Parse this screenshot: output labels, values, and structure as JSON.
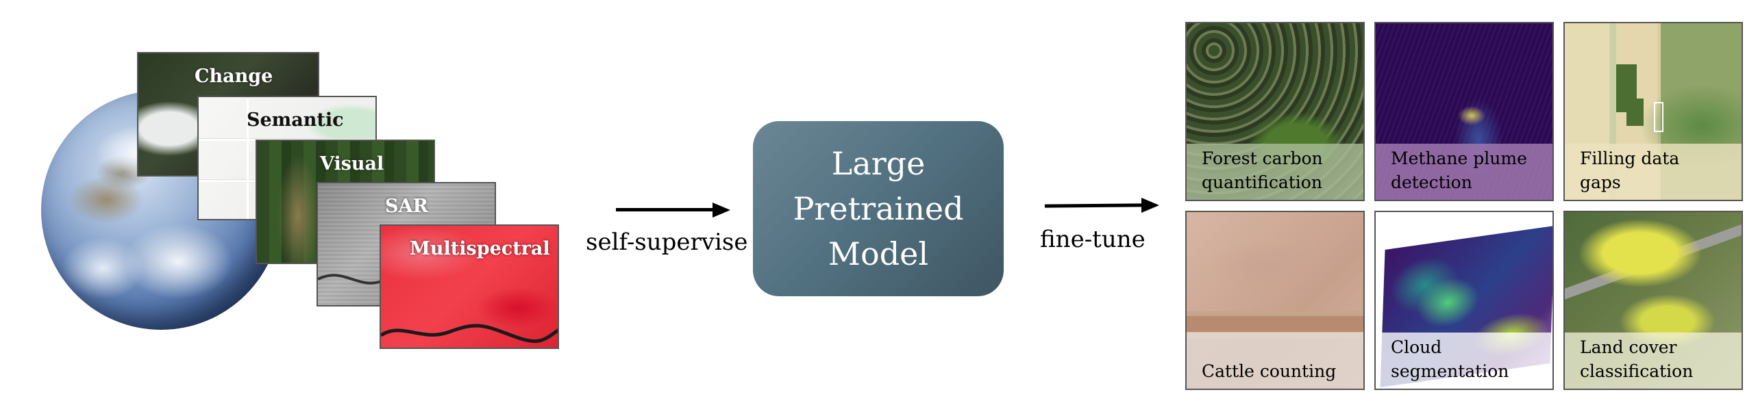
{
  "inputs": {
    "earth_icon": "earth-globe",
    "cards": {
      "change": "Change",
      "semantic": "Semantic",
      "visual": "Visual",
      "sar": "SAR",
      "multispectral": "Multispectral"
    }
  },
  "arrows": {
    "left_caption": "self-supervise",
    "right_caption": "fine-tune"
  },
  "model": {
    "line1": "Large",
    "line2": "Pretrained",
    "line3": "Model"
  },
  "tasks": {
    "forest": "Forest carbon\nquantification",
    "methane": "Methane plume\ndetection",
    "gaps": "Filling data\ngaps",
    "cattle": "Cattle counting",
    "cloud": "Cloud\nsegmentation",
    "land": "Land cover\nclassification"
  },
  "colors": {
    "model_box": "#5a7785",
    "forest_band": "#a8bc96",
    "methane_band": "#a078af",
    "gaps_band": "#ece2be",
    "cattle_band": "#e2d7d0",
    "cloud_band": "#ffffff",
    "land_band": "#f0f0d7"
  }
}
